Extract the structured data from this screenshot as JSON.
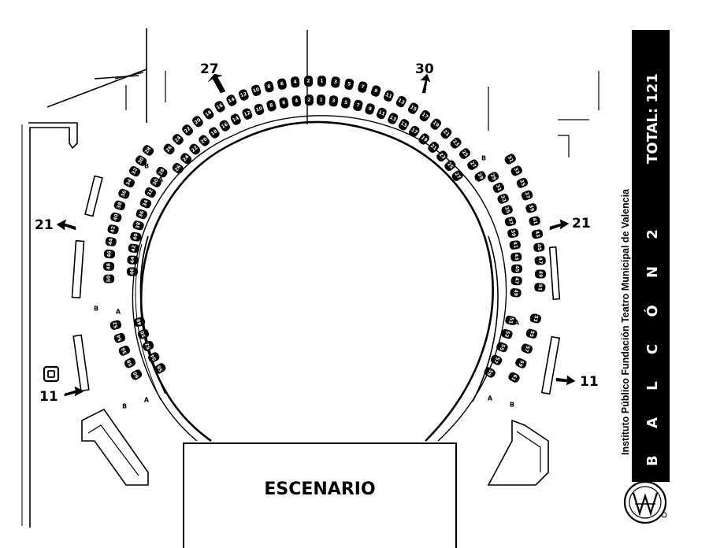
{
  "balcony": {
    "title": "B A L C Ó N   2",
    "total": "TOTAL: 121",
    "subtitle": "Instituto Público Fundación Teatro Municipal de Valencia"
  },
  "stage": {
    "label": "ESCENARIO"
  },
  "row_labels": {
    "outer": "B",
    "inner": "A"
  },
  "counts": {
    "top_left": "27",
    "top_right": "30",
    "left": "21",
    "right": "21",
    "bottom_left": "11",
    "bottom_right": "11"
  },
  "colors": {
    "seat": "#000000",
    "band": "#000000",
    "ink": "#000000"
  },
  "seats": {
    "top_b_left": [
      "2",
      "4",
      "6",
      "8",
      "10",
      "12",
      "14",
      "16",
      "18",
      "20",
      "22",
      "24",
      "26"
    ],
    "top_b_right": [
      "1",
      "3",
      "5",
      "7",
      "9",
      "11",
      "13",
      "15",
      "17",
      "19",
      "21",
      "23",
      "25",
      "27",
      "29"
    ],
    "top_a_left": [
      "2",
      "4",
      "6",
      "8",
      "10",
      "12",
      "14",
      "16",
      "18",
      "20",
      "22",
      "24",
      "26"
    ],
    "top_a_right": [
      "1",
      "3",
      "5",
      "7",
      "9",
      "11",
      "13",
      "15",
      "17",
      "19",
      "21",
      "23",
      "25",
      "27"
    ],
    "left_b": [
      "28",
      "30",
      "32",
      "34",
      "36",
      "38",
      "40",
      "42",
      "44",
      "46",
      "48",
      "50"
    ],
    "left_a": [
      "28",
      "30",
      "32",
      "34",
      "36",
      "38",
      "40",
      "42",
      "44",
      "46"
    ],
    "left_low_b": [
      "52",
      "54",
      "56",
      "58",
      "60"
    ],
    "left_low_a": [
      "48",
      "50",
      "52",
      "54",
      "56"
    ],
    "right_b": [
      "31",
      "33",
      "35",
      "37",
      "39",
      "41",
      "43",
      "45",
      "47",
      "49",
      "51"
    ],
    "right_a": [
      "29",
      "31",
      "33",
      "35",
      "37",
      "39",
      "41",
      "43",
      "45",
      "47",
      "49"
    ],
    "right_low_b": [
      "53",
      "55",
      "57",
      "59",
      "61"
    ],
    "right_low_a": [
      "51",
      "53",
      "55",
      "57",
      "59"
    ]
  }
}
